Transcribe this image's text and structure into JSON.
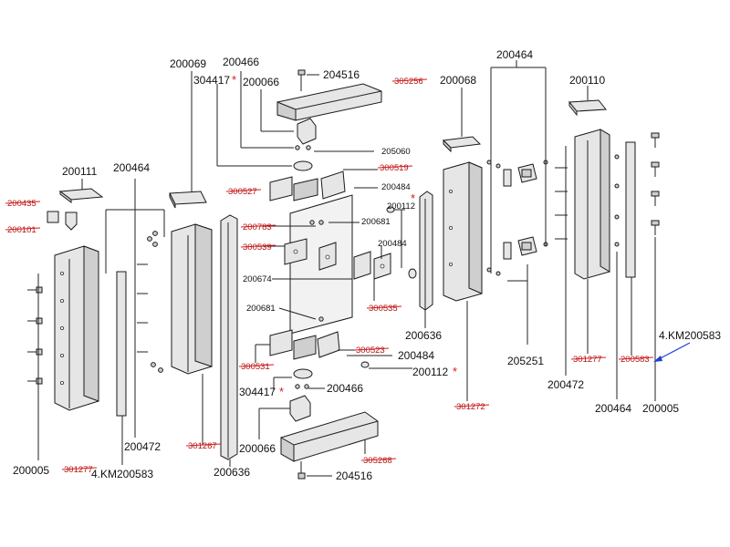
{
  "labels": {
    "l200069": "200069",
    "l200466a": "200466",
    "l304417a": "304417",
    "l200066a": "200066",
    "l204516a": "204516",
    "l305256": "305256",
    "l200068": "200068",
    "l200464a": "200464",
    "l200110": "200110",
    "l205060": "205060",
    "l300519": "300519",
    "l200484a": "200484",
    "l200112a": "200112",
    "l300527": "300527",
    "l200111": "200111",
    "l200464b": "200464",
    "l200435": "200435",
    "l200101": "200101",
    "l200783": "200783",
    "l200681a": "200681",
    "l300539": "300539",
    "l200484b": "200484",
    "l200674": "200674",
    "l300535": "300535",
    "l200681b": "200681",
    "l200636a": "200636",
    "l205251": "205251",
    "l4km_right": "4.KM200583",
    "l301277a": "301277",
    "l200583": "200583",
    "l200472a": "200472",
    "l200464c": "200464",
    "l200005a": "200005",
    "l300523": "300523",
    "l300531": "300531",
    "l200484c": "200484",
    "l200112b": "200112",
    "l304417b": "304417",
    "l200466b": "200466",
    "l301272": "301272",
    "l200472b": "200472",
    "l301267": "301267",
    "l200066b": "200066",
    "l305268": "305268",
    "l200005b": "200005",
    "l301277b": "301277",
    "l4km_left": "4.KM200583",
    "l200636b": "200636",
    "l204516b": "204516"
  },
  "star_symbol": "*",
  "colors": {
    "line": "#1a1a1a",
    "strike": "#d61a1a",
    "part_fill": "#e6e6e6",
    "arrow": "#1f3fd6"
  }
}
